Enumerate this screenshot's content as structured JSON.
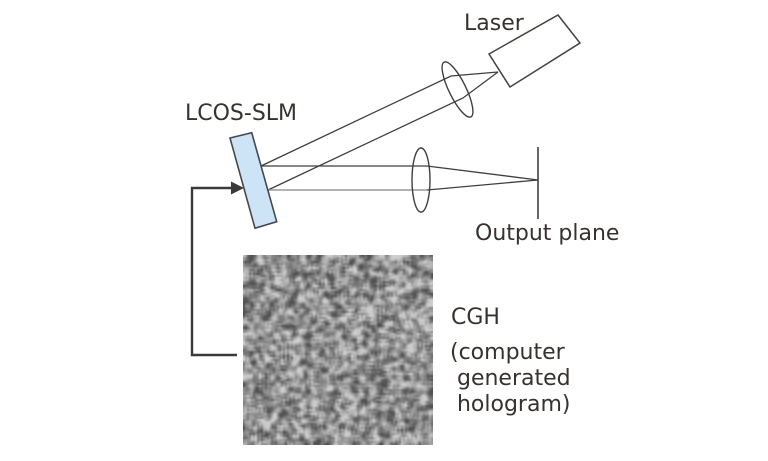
{
  "diagram": {
    "labels": {
      "laser": "Laser",
      "slm": "LCOS-SLM",
      "output_plane": "Output plane",
      "cgh": "CGH",
      "cgh_expansion": "(computer\n generated\n hologram)"
    },
    "colors": {
      "background": "#ffffff",
      "line": "#3f3f3f",
      "gray_beam": "#9a9a9a",
      "slm_fill": "#cce4f6",
      "slm_stroke": "#47474f",
      "laser_box_stroke": "#45413e",
      "lens_stroke": "#3f3f3f",
      "output_plane_stroke": "#3f3f3f",
      "connector": "#3a3a3a",
      "text": "#37322f"
    },
    "cgh_texture": {
      "grid": 95,
      "seed": 1337,
      "gray_min": 82,
      "gray_max": 205,
      "contrast": 2.6
    }
  }
}
